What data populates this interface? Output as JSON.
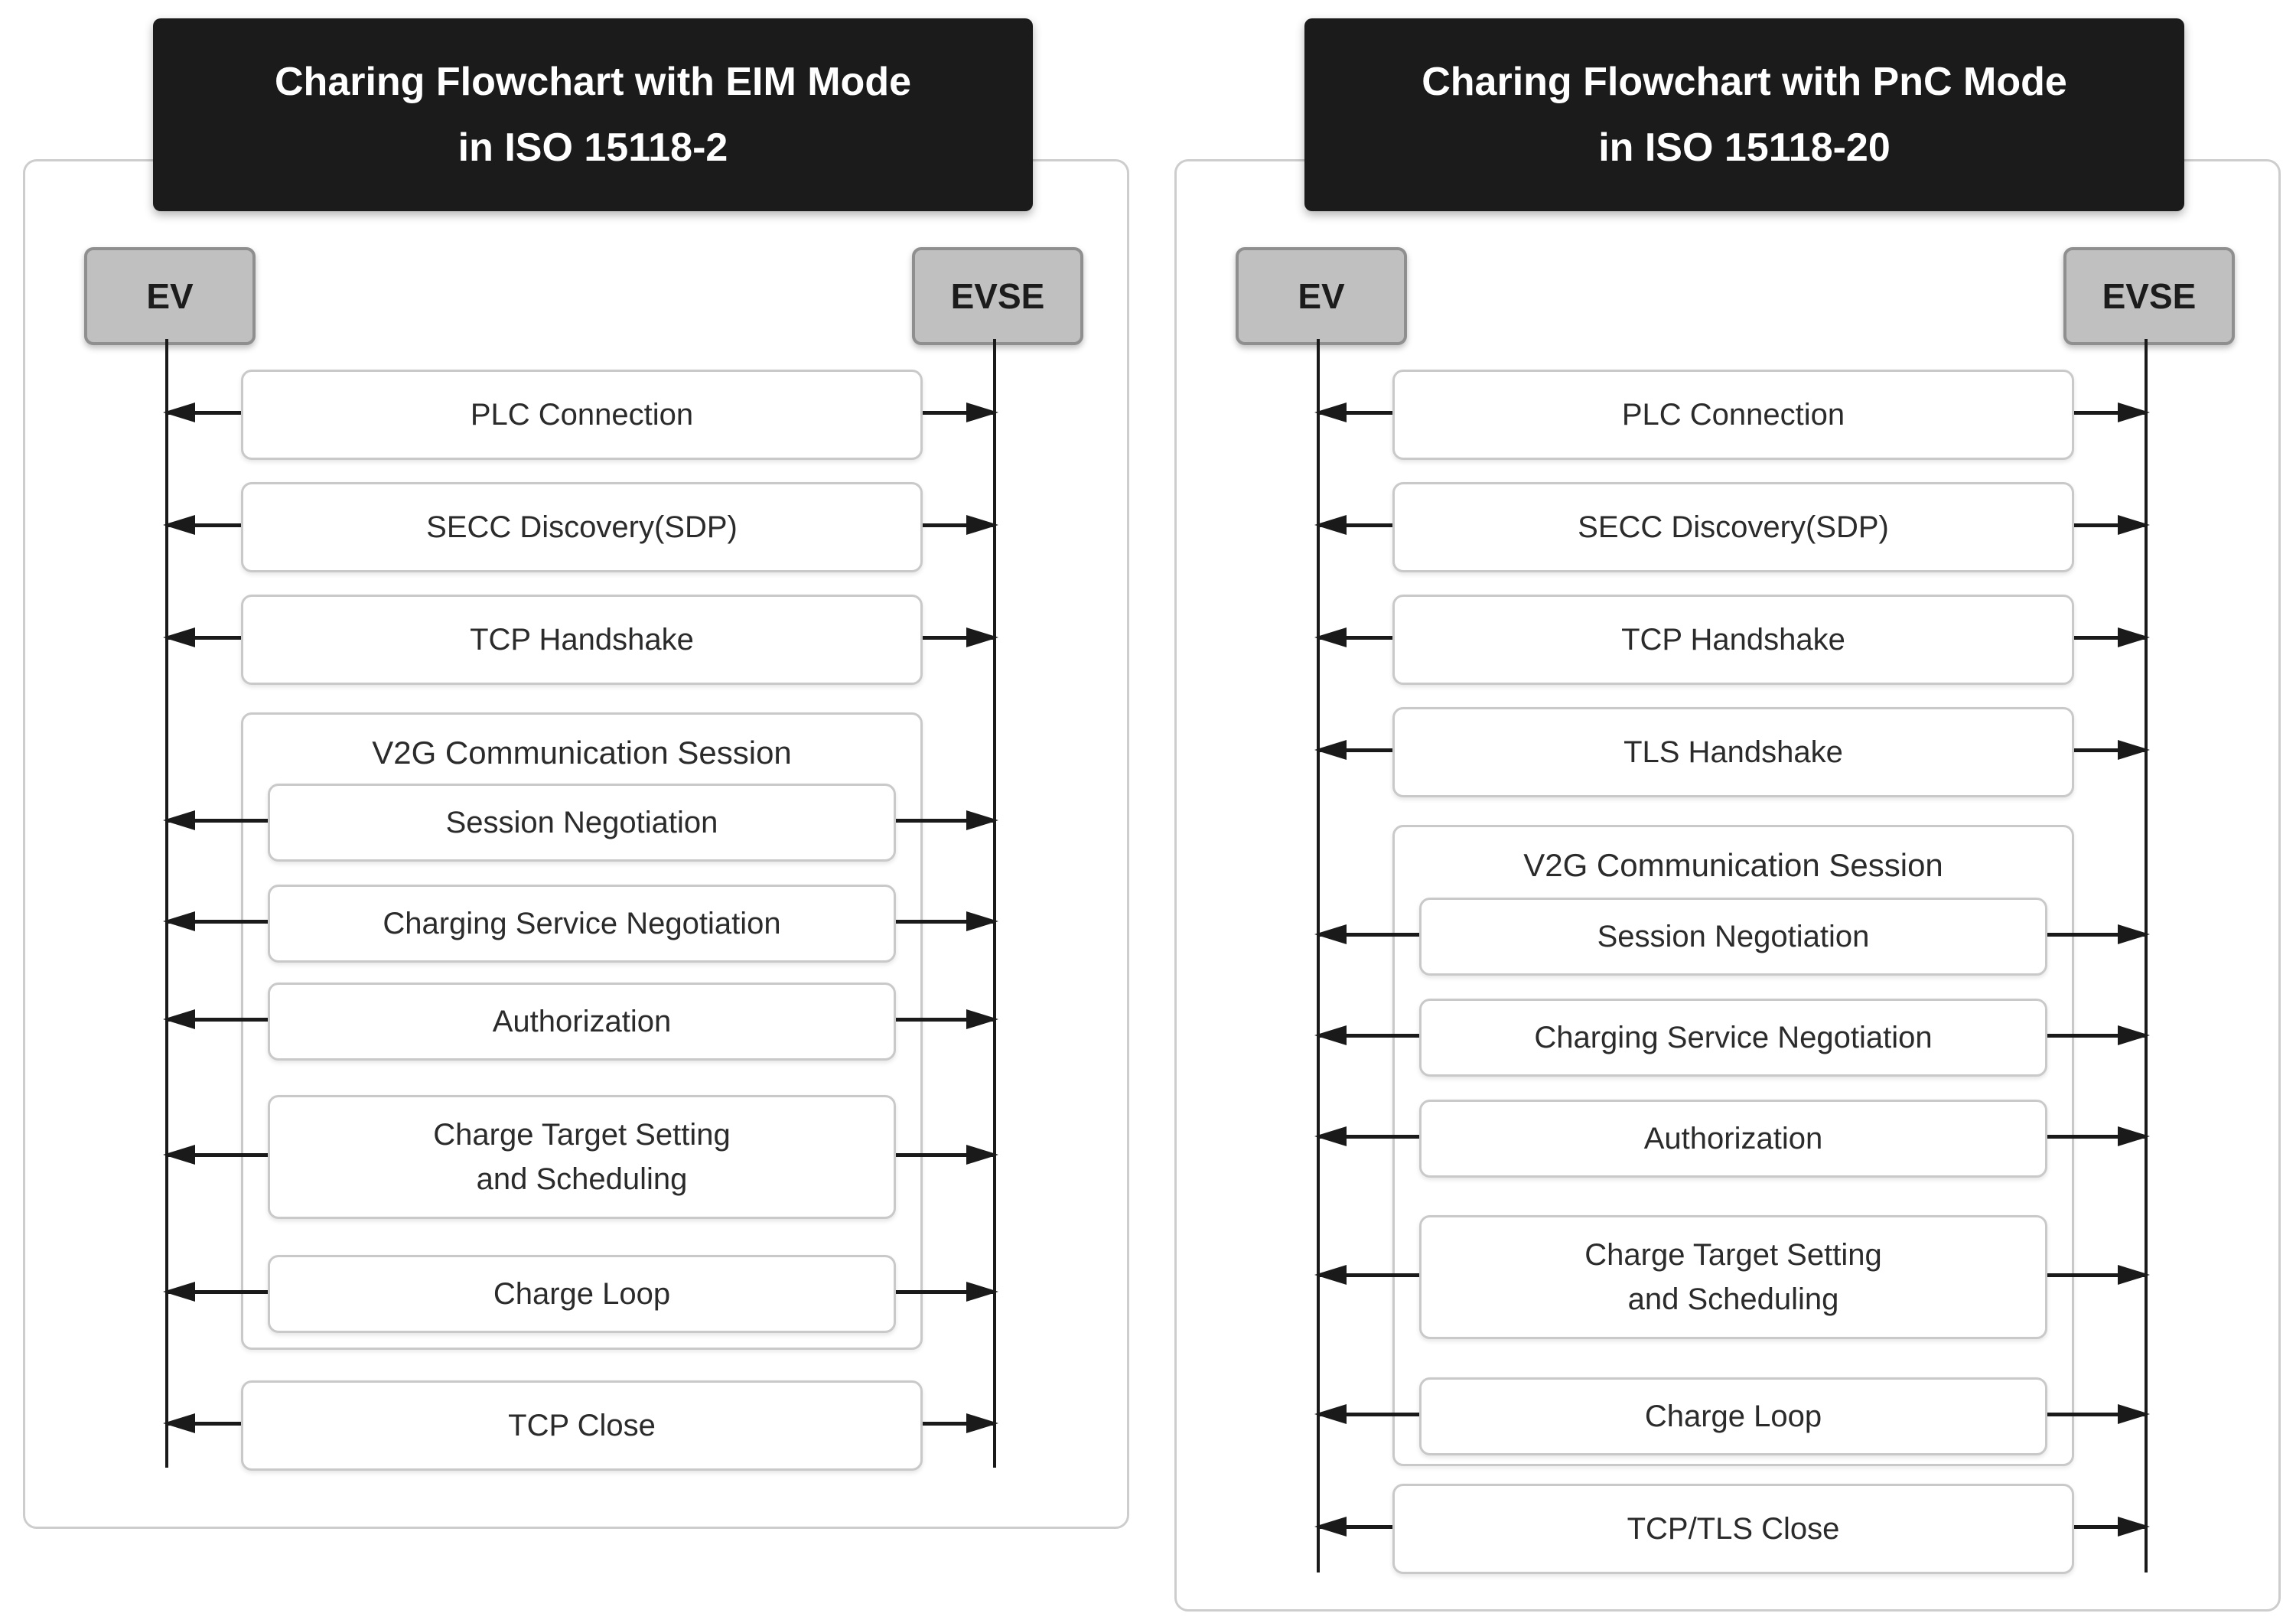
{
  "left_panel": {
    "title": {
      "line1": "Charing Flowchart with EIM Mode",
      "line2": "in ISO 15118-2"
    },
    "ev_label": "EV",
    "evse_label": "EVSE",
    "steps": [
      {
        "l1": "PLC Connection"
      },
      {
        "l1": "SECC Discovery(SDP)"
      },
      {
        "l1": "TCP Handshake"
      }
    ],
    "v2g": {
      "label": "V2G Communication Session",
      "steps": [
        {
          "l1": "Session Negotiation"
        },
        {
          "l1": "Charging Service Negotiation"
        },
        {
          "l1": "Authorization"
        },
        {
          "l1": "Charge Target Setting",
          "l2": "and Scheduling"
        },
        {
          "l1": "Charge Loop"
        }
      ]
    },
    "final_step": {
      "l1": "TCP Close"
    }
  },
  "right_panel": {
    "title": {
      "line1": "Charing Flowchart with PnC Mode",
      "line2": "in ISO 15118-20"
    },
    "ev_label": "EV",
    "evse_label": "EVSE",
    "steps": [
      {
        "l1": "PLC Connection"
      },
      {
        "l1": "SECC Discovery(SDP)"
      },
      {
        "l1": "TCP Handshake"
      },
      {
        "l1": "TLS Handshake"
      }
    ],
    "v2g": {
      "label": "V2G Communication Session",
      "steps": [
        {
          "l1": "Session Negotiation"
        },
        {
          "l1": "Charging Service Negotiation"
        },
        {
          "l1": "Authorization"
        },
        {
          "l1": "Charge Target Setting",
          "l2": "and Scheduling"
        },
        {
          "l1": "Charge Loop"
        }
      ]
    },
    "final_step": {
      "l1": "TCP/TLS Close"
    }
  },
  "colors": {
    "title_bg": "#1b1b1b",
    "title_text": "#ffffff",
    "actor_fill": "#c0c0c0",
    "actor_border": "#8f8f8f",
    "box_border": "#c9c9c9",
    "panel_border": "#cdcdcd",
    "line_color": "#1a1a1a",
    "text_color": "#2b2b2b"
  }
}
